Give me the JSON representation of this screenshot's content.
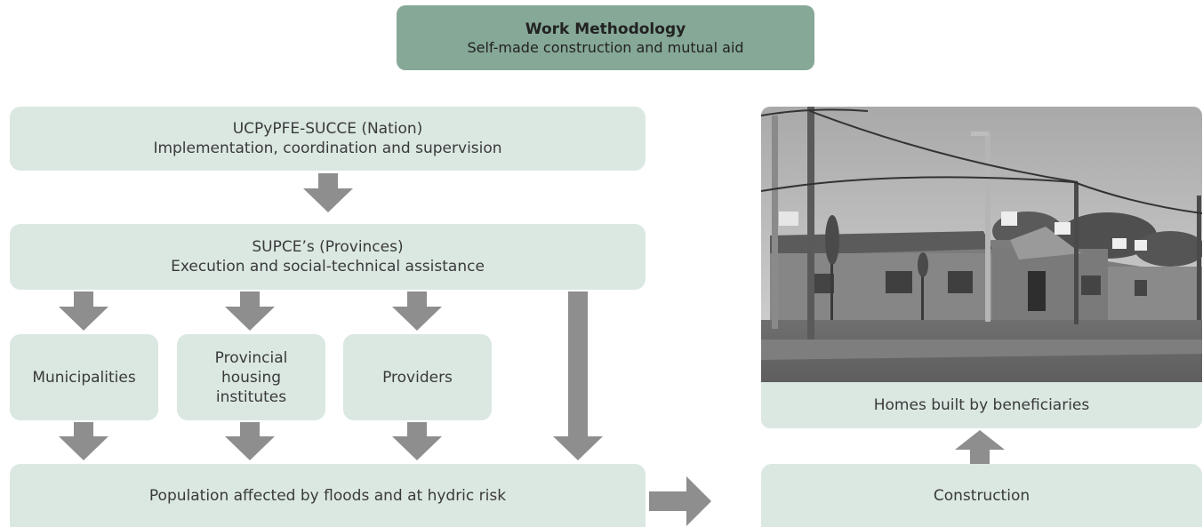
{
  "header": {
    "title": "Work Methodology",
    "subtitle": "Self-made construction and mutual aid"
  },
  "nation": {
    "line1": "UCPyPFE-SUCCE (Nation)",
    "line2": "Implementation, coordination and supervision"
  },
  "provinces": {
    "line1": "SUPCE’s (Provinces)",
    "line2": "Execution and social-technical assistance"
  },
  "actors": {
    "municipalities": "Municipalities",
    "housing_line1": "Provincial",
    "housing_line2": "housing",
    "housing_line3": "institutes",
    "providers": "Providers"
  },
  "population": "Population affected by floods and at hydric risk",
  "photo_caption": "Homes built by beneficiaries",
  "construction": "Construction",
  "colors": {
    "title_fill": "#86a897",
    "box_fill": "#dbe8e2",
    "arrow": "#8e8e8e"
  }
}
